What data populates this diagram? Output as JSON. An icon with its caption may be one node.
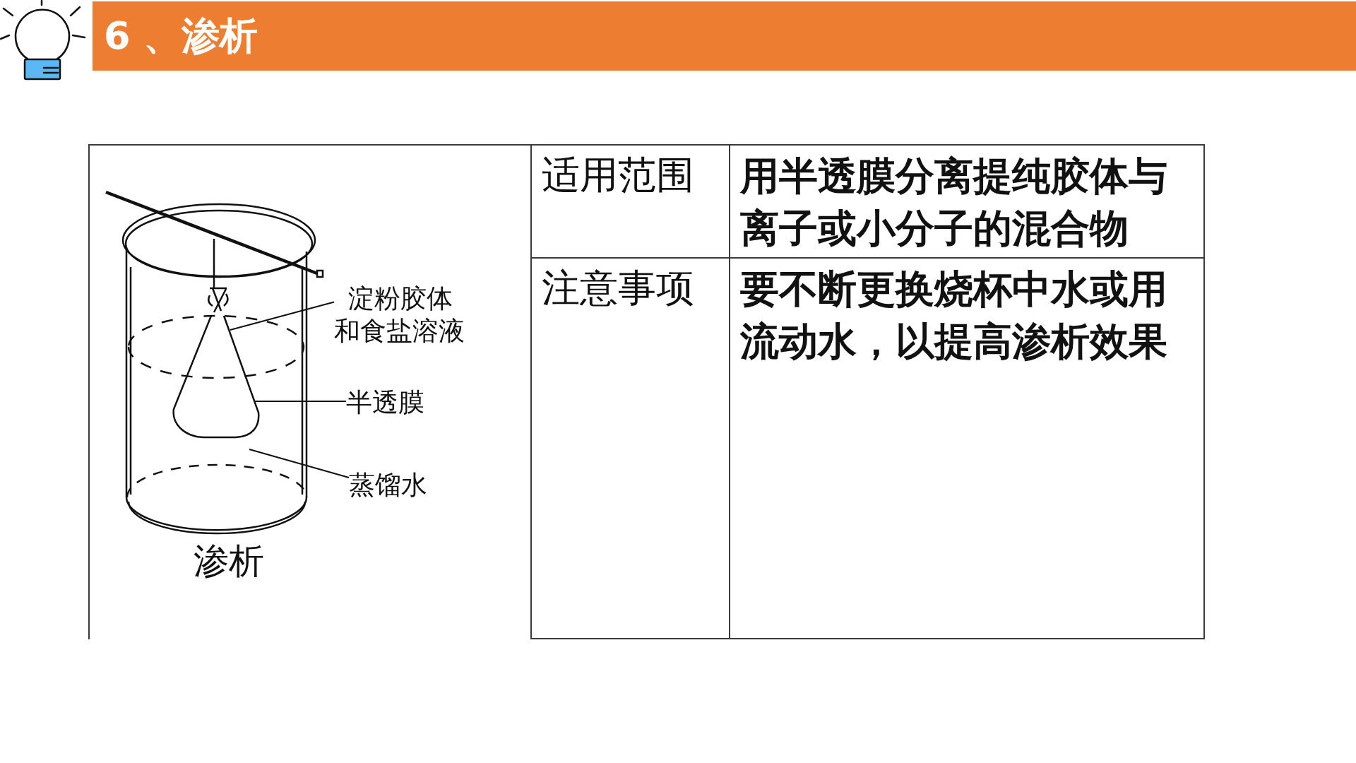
{
  "diagram": {
    "title": "6 、渗析",
    "caption": "渗析",
    "nodes": [
      {
        "text": [
          "淀粉胶体和食盐溶液"
        ]
      },
      {
        "text": [
          "半透膜"
        ]
      },
      {
        "text": [
          "蒸馏水"
        ]
      },
      {
        "text": [],
        "shape": "picture"
      },
      {
        "text": [],
        "shape": "picture"
      }
    ],
    "edges": [
      {
        "from": 0,
        "to": 3,
        "arrow": "none"
      },
      {
        "from": 1,
        "to": 3,
        "arrow": "none"
      },
      {
        "from": 2,
        "to": 4,
        "arrow": "none"
      }
    ],
    "labels": [
      "适用范围",
      "用半透膜分离提纯胶体与离子或小分子的混合物",
      "注意事项",
      "要不断更换烧杯中水或用流动水，以提高渗析效果"
    ]
  }
}
